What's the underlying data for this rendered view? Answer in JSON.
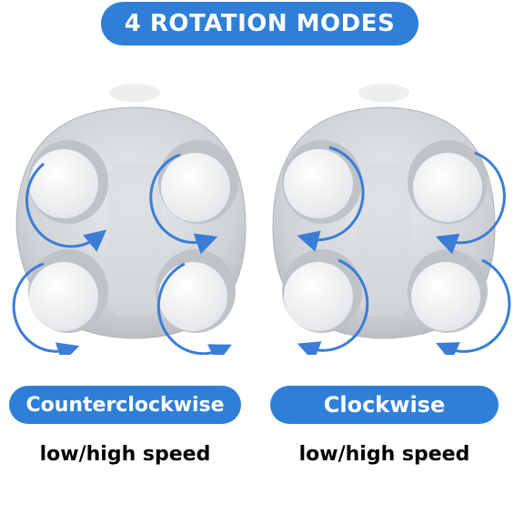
{
  "title": "4 ROTATION MODES",
  "modes": [
    {
      "label": "Counterclockwise",
      "speed": "low/high speed"
    },
    {
      "label": "Clockwise",
      "speed": "low/high speed"
    }
  ],
  "colors": {
    "accent": "#2f7fd8",
    "arrow": "#3a7dd6",
    "body": "#c9ccd1"
  }
}
